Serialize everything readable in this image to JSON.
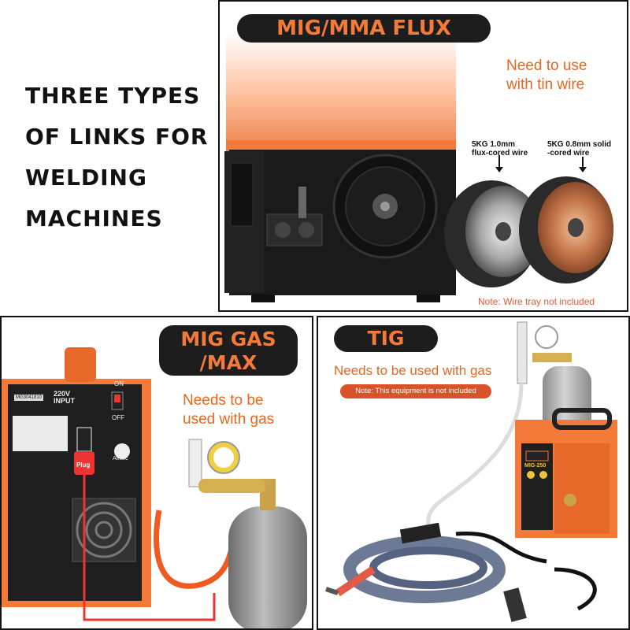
{
  "headline": {
    "lines": [
      "THREE TYPES",
      "OF LINKS FOR",
      "WELDING",
      "MACHINES"
    ]
  },
  "panel_mig_flux": {
    "title": "MIG/MMA FLUX",
    "need_text": [
      "Need to use",
      "with tin wire"
    ],
    "spool_left_label": [
      "5KG 1.0mm",
      "flux-cored wire"
    ],
    "spool_right_label": [
      "5KG 0.8mm solid",
      "-cored wire"
    ],
    "note": "Note: Wire tray not included"
  },
  "panel_mig_gas": {
    "title": [
      "MIG GAS",
      "/MAX"
    ],
    "need_text": [
      "Needs to be",
      "used with gas"
    ],
    "machine_labels": {
      "input": [
        "220V",
        "INPUT"
      ],
      "on": "ON",
      "off": "OFF",
      "plug": "Plug",
      "airsoc": "Airsoc",
      "serial": "MG3041810"
    }
  },
  "panel_tig": {
    "title": "TIG",
    "need_text": "Needs to be used with gas",
    "note": "Note: This equipment is not included",
    "machine_label": "MIG-250"
  },
  "colors": {
    "accent_orange": "#f47a3a",
    "pill_black": "#1d1d1d",
    "text_orange": "#e8661f"
  }
}
